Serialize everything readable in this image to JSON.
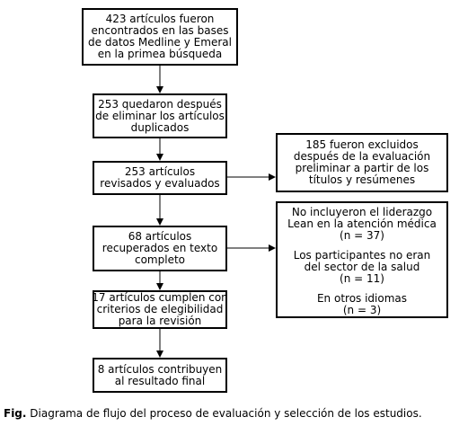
{
  "boxes": {
    "identified": [
      "423 artículos fueron",
      "encontrados en las bases",
      "de datos Medline y Emeral",
      "en la primea búsqueda"
    ],
    "after_duplicates": [
      "253 quedaron después",
      "de eliminar los artículos",
      "duplicados"
    ],
    "screened": [
      "253 artículos",
      "revisados y evaluados"
    ],
    "full_text": [
      "68 artículos",
      "recuperados en texto",
      "completo"
    ],
    "eligible": [
      "17 artículos cumplen con",
      "criterios de elegibilidad",
      "para la revisión"
    ],
    "included": [
      "8 artículos contribuyen",
      "al resultado final"
    ]
  },
  "exclusions": {
    "preliminary": [
      "185 fueron excluidos",
      "después de la evaluación",
      "preliminar a partir de los",
      "títulos y resúmenes"
    ],
    "reasons": [
      {
        "lines": [
          "No incluyeron el liderazgo",
          "Lean en la atención médica"
        ],
        "n": "(n = 37)"
      },
      {
        "lines": [
          "Los participantes no eran",
          "del sector de la salud"
        ],
        "n": "(n = 11)"
      },
      {
        "lines": [
          "En otros idiomas"
        ],
        "n": "(n = 3)"
      }
    ]
  },
  "caption": {
    "prefix": "Fig.",
    "text": " Diagrama de flujo del proceso de evaluación y selección de los estudios."
  }
}
